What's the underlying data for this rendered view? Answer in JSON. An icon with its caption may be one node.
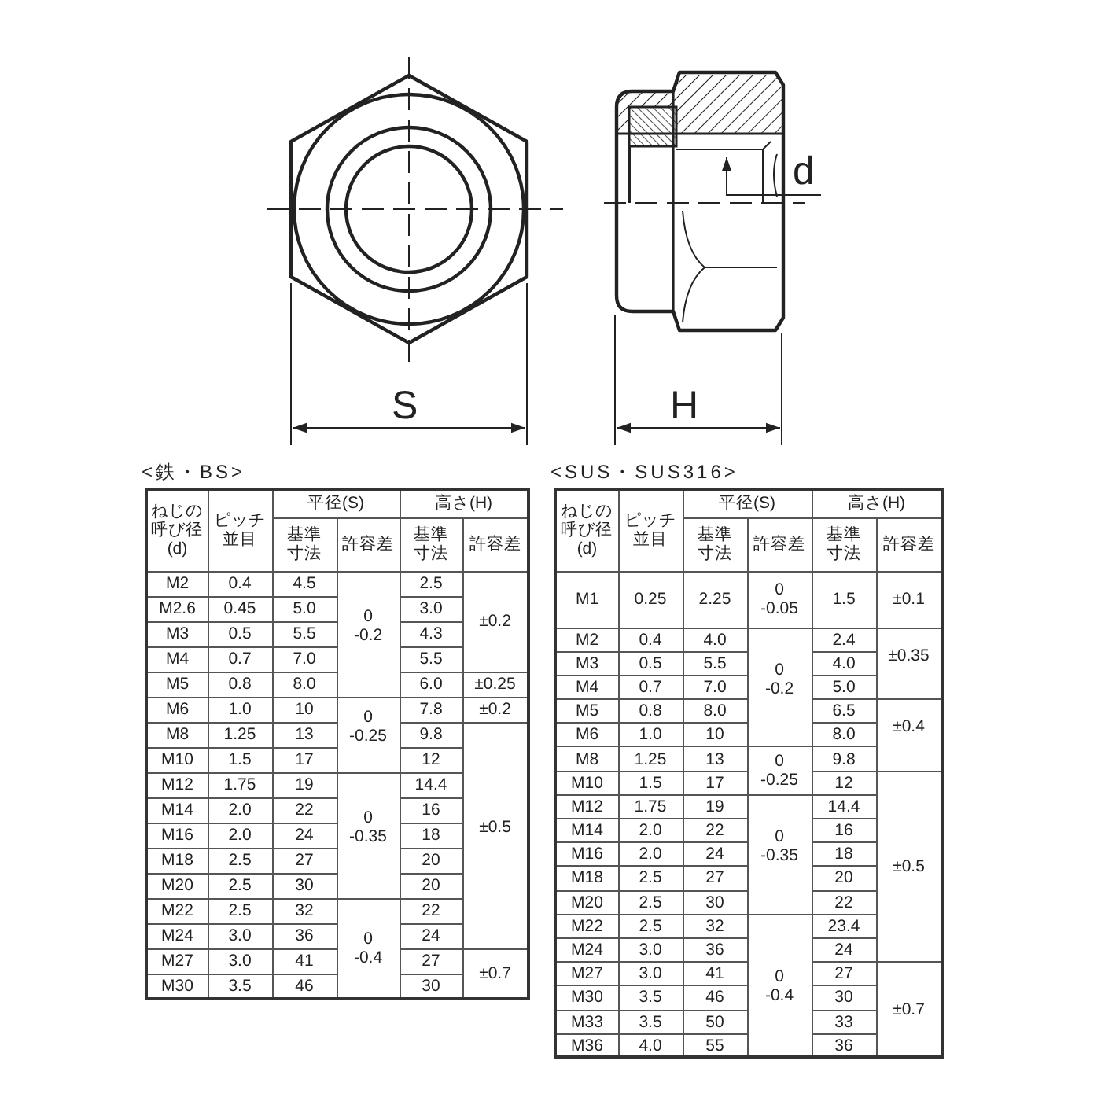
{
  "diagram": {
    "labels": [
      "d",
      "S",
      "H",
      "<鉄・BS>",
      "ねじの呼び径(d)",
      "ピッチ並目",
      "平径(S)",
      "高さ(H)",
      "基準寸法",
      "許容差",
      "基準寸法",
      "許容差",
      "M2",
      "0.4",
      "4.5",
      "0 -0.2",
      "2.5",
      "±0.2",
      "M2.6",
      "0.45",
      "5.0",
      "3.0",
      "M3",
      "0.5",
      "5.5",
      "4.3",
      "M4",
      "0.7",
      "7.0",
      "5.5",
      "M5",
      "0.8",
      "8.0",
      "6.0",
      "±0.25",
      "M6",
      "1.0",
      "10",
      "0 -0.25",
      "7.8",
      "±0.2",
      "M8",
      "1.25",
      "13",
      "9.8",
      "±0.5",
      "M10",
      "1.5",
      "17",
      "12",
      "M12",
      "1.75",
      "19",
      "0 -0.35",
      "14.4",
      "M14",
      "2.0",
      "22",
      "16",
      "M16",
      "2.0",
      "24",
      "18",
      "M18",
      "2.5",
      "27",
      "20",
      "M20",
      "2.5",
      "30",
      "20",
      "M22",
      "2.5",
      "32",
      "0 -0.4",
      "22",
      "M24",
      "3.0",
      "36",
      "24",
      "M27",
      "3.0",
      "41",
      "27",
      "±0.7",
      "M30",
      "3.5",
      "46",
      "30",
      "<SUS・SUS316>",
      "ねじの呼び径(d)",
      "ピッチ並目",
      "平径(S)",
      "高さ(H)",
      "基準寸法",
      "許容差",
      "基準寸法",
      "許容差",
      "M1",
      "0.25",
      "2.25",
      "0 -0.05",
      "1.5",
      "±0.1",
      "M2",
      "0.4",
      "4.0",
      "0 -0.2",
      "2.4",
      "±0.35",
      "M3",
      "0.5",
      "5.5",
      "4.0",
      "M4",
      "0.7",
      "7.0",
      "5.0",
      "M5",
      "0.8",
      "8.0",
      "6.5",
      "±0.4",
      "M6",
      "1.0",
      "10",
      "8.0",
      "M8",
      "1.25",
      "13",
      "0 -0.25",
      "9.8",
      "M10",
      "1.5",
      "17",
      "12",
      "±0.5",
      "M12",
      "1.75",
      "19",
      "0 -0.35",
      "14.4",
      "M14",
      "2.0",
      "22",
      "16",
      "M16",
      "2.0",
      "24",
      "18",
      "M18",
      "2.5",
      "27",
      "20",
      "M20",
      "2.5",
      "30",
      "22",
      "M22",
      "2.5",
      "32",
      "0 -0.4",
      "23.4",
      "M24",
      "3.0",
      "36",
      "24",
      "M27",
      "3.0",
      "41",
      "27",
      "±0.7",
      "M30",
      "3.5",
      "46",
      "30",
      "M33",
      "3.5",
      "50",
      "33",
      "M36",
      "4.0",
      "55",
      "36"
    ]
  }
}
